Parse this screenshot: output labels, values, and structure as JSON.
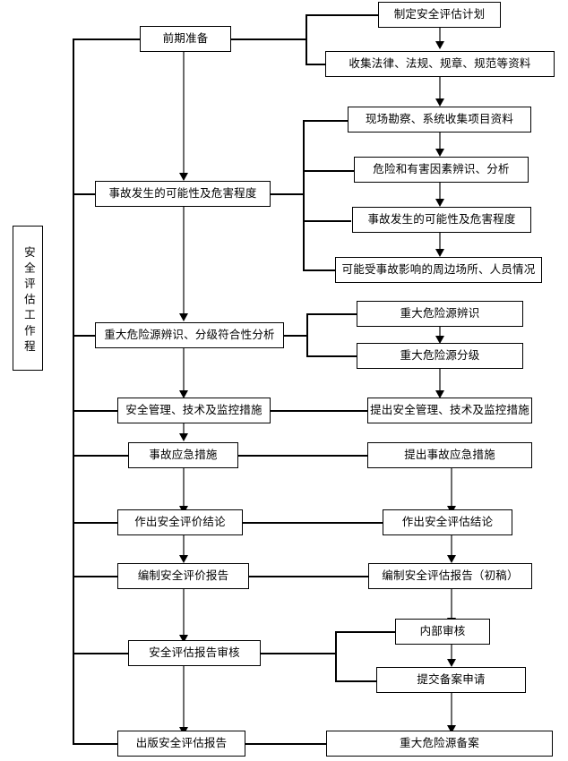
{
  "diagram": {
    "title_box": {
      "label": "安全评估工作程"
    },
    "nodes": [
      {
        "id": "prep",
        "label": "前期准备"
      },
      {
        "id": "plan",
        "label": "制定安全评估计划"
      },
      {
        "id": "collect_law",
        "label": "收集法律、法规、规章、规范等资料"
      },
      {
        "id": "survey",
        "label": "现场勘察、系统收集项目资料"
      },
      {
        "id": "hazard_id",
        "label": "危险和有害因素辨识、分析"
      },
      {
        "id": "likelihood_l",
        "label": "事故发生的可能性及危害程度"
      },
      {
        "id": "likelihood_r",
        "label": "事故发生的可能性及危害程度"
      },
      {
        "id": "surroundings",
        "label": "可能受事故影响的周边场所、人员情况"
      },
      {
        "id": "major_analysis",
        "label": "重大危险源辨识、分级符合性分析"
      },
      {
        "id": "major_id",
        "label": "重大危险源辨识"
      },
      {
        "id": "major_grade",
        "label": "重大危险源分级"
      },
      {
        "id": "measures_l",
        "label": "安全管理、技术及监控措施"
      },
      {
        "id": "measures_r",
        "label": "提出安全管理、技术及监控措施"
      },
      {
        "id": "emergency_l",
        "label": "事故应急措施"
      },
      {
        "id": "emergency_r",
        "label": "提出事故应急措施"
      },
      {
        "id": "conclusion_l",
        "label": "作出安全评价结论"
      },
      {
        "id": "conclusion_r",
        "label": "作出安全评估结论"
      },
      {
        "id": "report_l",
        "label": "编制安全评价报告"
      },
      {
        "id": "report_r",
        "label": "编制安全评估报告（初稿）"
      },
      {
        "id": "review_l",
        "label": "安全评估报告审核"
      },
      {
        "id": "internal_review",
        "label": "内部审核"
      },
      {
        "id": "submit_record",
        "label": "提交备案申请"
      },
      {
        "id": "publish_l",
        "label": "出版安全评估报告"
      },
      {
        "id": "record_major",
        "label": "重大危险源备案"
      }
    ],
    "colors": {
      "stroke": "#000000",
      "connector_gray": "#6b6b6b",
      "background": "#ffffff"
    }
  }
}
